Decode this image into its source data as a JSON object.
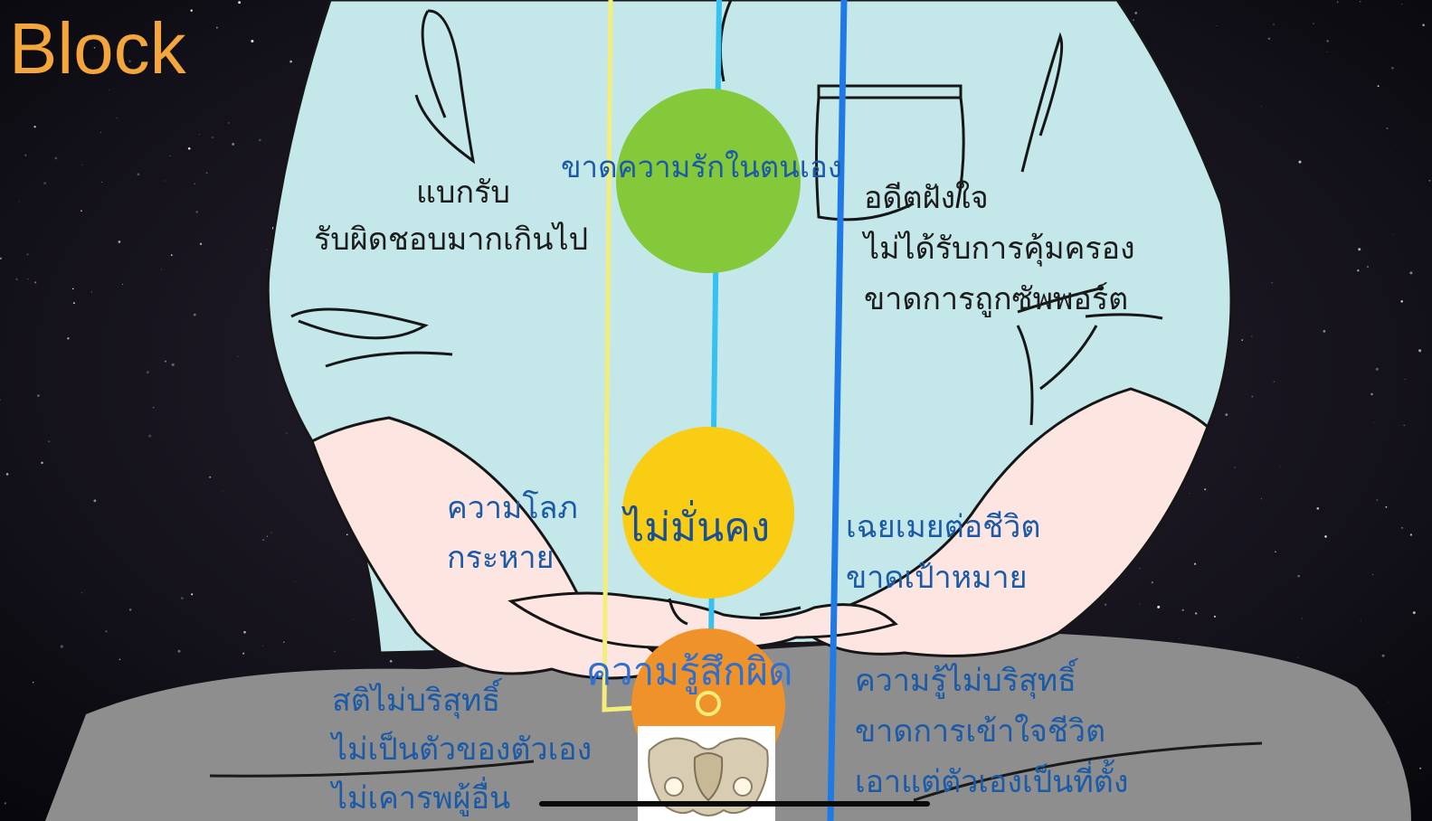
{
  "title": "Block",
  "chakras": {
    "top": {
      "color": "#84c93a",
      "center_label": "ขาดความรักในตนเอง",
      "left_lines": [
        "แบกรับ",
        "รับผิดชอบมากเกินไป"
      ],
      "right_lines": [
        "อดีตฝังใจ",
        "ไม่ได้รับการคุ้มครอง",
        "ขาดการถูกซัพพอร์ต"
      ]
    },
    "middle": {
      "color": "#f9cd13",
      "center_label": "ไม่มั่นคง",
      "left_lines": [
        "ความโลภ",
        "กระหาย"
      ],
      "right_lines": [
        "เฉยเมยต่อชีวิต",
        "ขาดเป้าหมาย"
      ]
    },
    "bottom": {
      "color": "#f0922a",
      "center_label": "ความรู้สึกผิด",
      "left_lines": [
        "สติไม่บริสุทธิ์",
        "ไม่เป็นตัวของตัวเอง",
        "ไม่เคารพผู้อื่น"
      ],
      "right_lines": [
        "ความรู้ไม่บริสุทธิ์",
        "ขาดการเข้าใจชีวิต",
        "เอาแต่ตัวเองเป็นที่ตั้ง"
      ]
    }
  },
  "colors": {
    "title": "#f4a53b",
    "shirt": "#c4e7e9",
    "skin": "#fde6e1",
    "pants": "#8e8e8e",
    "line_yellow": "#f3ee7c",
    "line_cyan": "#35c2f0",
    "line_blue": "#1f7ae6"
  },
  "icons": {
    "pelvis": "pelvis-bone-icon"
  }
}
